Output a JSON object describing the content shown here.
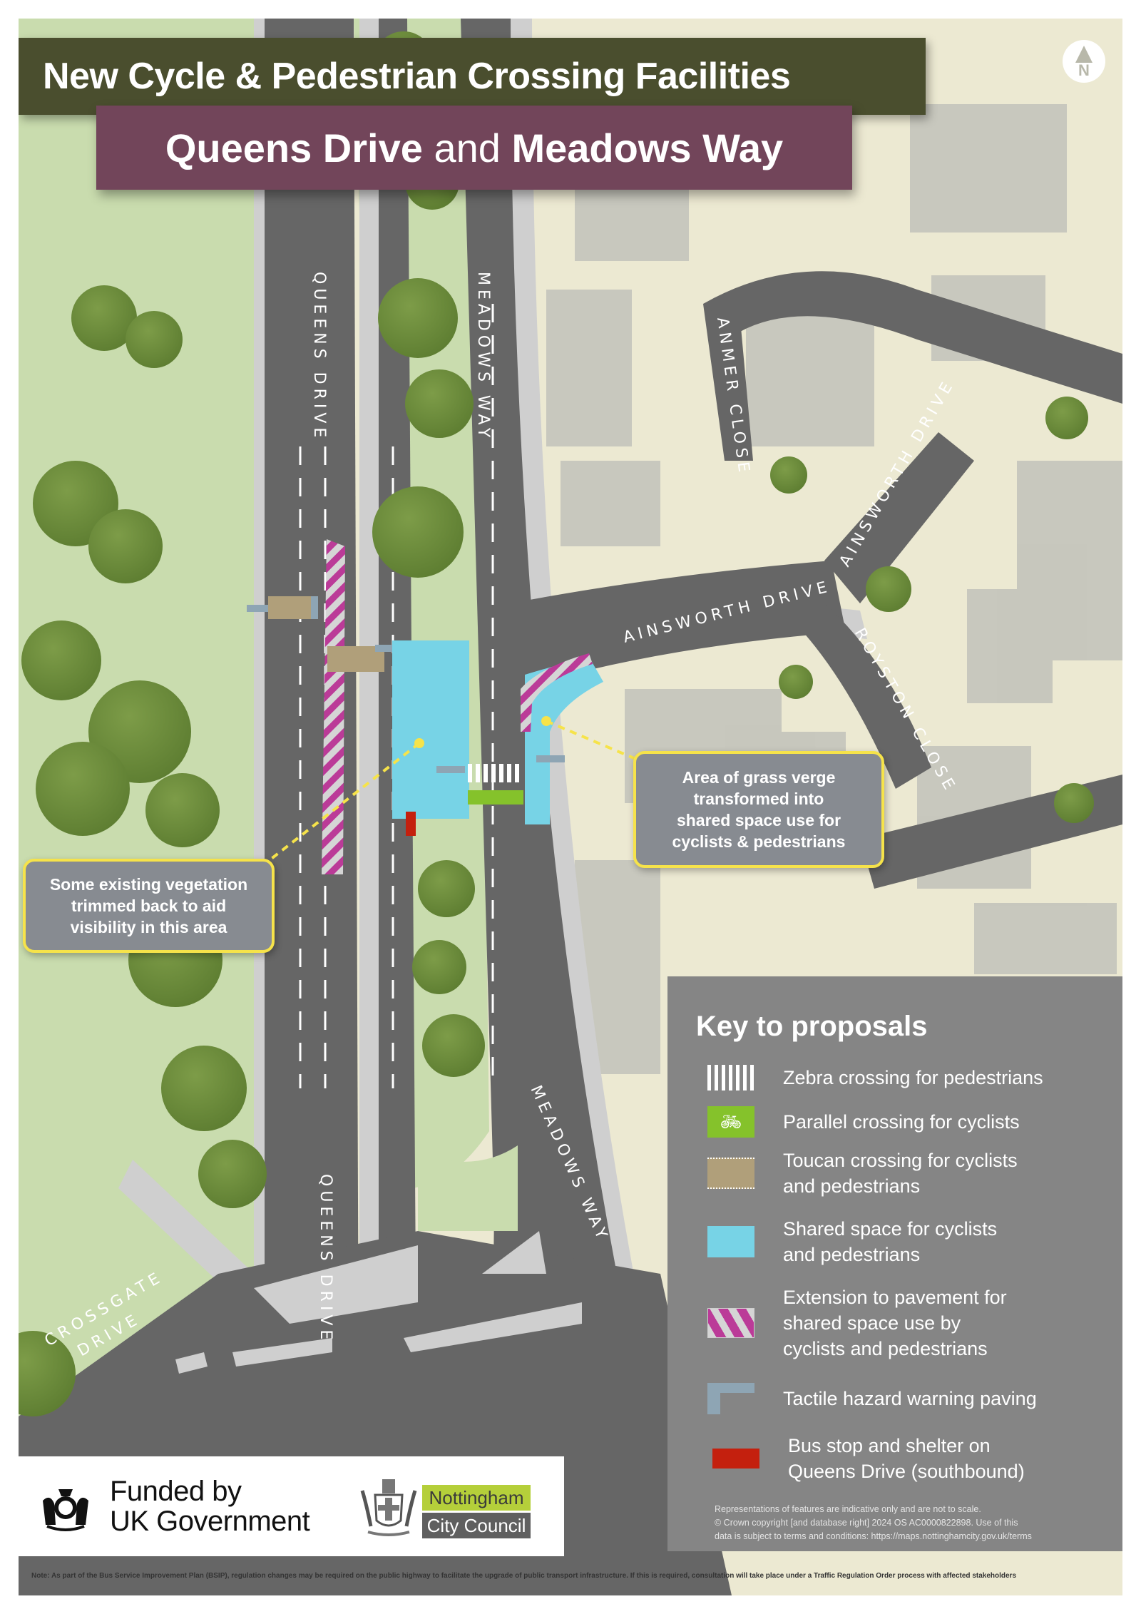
{
  "header": {
    "title": "New Cycle & Pedestrian Crossing Facilities",
    "subtitle_part1": "Queens Drive",
    "subtitle_part2": " and ",
    "subtitle_part3": "Meadows Way"
  },
  "north_arrow": {
    "icon": "north-arrow-icon",
    "letter": "N"
  },
  "streets": {
    "queens_drive_north": "QUEENS DRIVE",
    "meadows_way_north": "MEADOWS WAY",
    "anmer_close": "ANMER CLOSE",
    "ainsworth_drive_west": "AINSWORTH DRIVE",
    "ainsworth_drive_north": "AINSWORTH DRIVE",
    "royston_close": "ROYSTON CLOSE",
    "queens_drive_south": "QUEENS DRIVE",
    "meadows_way_south": "MEADOWS WAY",
    "crossgate_drive_1": "CROSSGATE",
    "crossgate_drive_2": "DRIVE"
  },
  "callouts": {
    "vegetation": "Some existing vegetation\ntrimmed back to aid\nvisibility in this area",
    "grass_verge": "Area of grass verge\ntransformed into\nshared space use for\ncyclists & pedestrians"
  },
  "legend": {
    "title": "Key to proposals",
    "items": [
      {
        "icon": "zebra-crossing-swatch",
        "label": "Zebra crossing for pedestrians",
        "color": "#ffffff"
      },
      {
        "icon": "parallel-crossing-swatch",
        "label": "Parallel crossing for cyclists",
        "color": "#85c22b"
      },
      {
        "icon": "toucan-crossing-swatch",
        "label": "Toucan crossing for cyclists\nand pedestrians",
        "color": "#b09f7a"
      },
      {
        "icon": "shared-space-swatch",
        "label": "Shared space for cyclists\nand pedestrians",
        "color": "#77d3e6"
      },
      {
        "icon": "pavement-extension-swatch",
        "label": "Extension to pavement for\nshared space use by\ncyclists and pedestrians",
        "color": "#bb3b98"
      },
      {
        "icon": "tactile-paving-swatch",
        "label": "Tactile hazard warning paving",
        "color": "#8ea5b4"
      },
      {
        "icon": "bus-stop-swatch",
        "label": "Bus stop and shelter on\nQueens Drive (southbound)",
        "color": "#c4200e"
      }
    ],
    "disclaimer": "Representations of features are indicative only and are not to scale.\n© Crown copyright [and database right] 2024 OS AC0000822898. Use of this\ndata is subject to terms and conditions: https://maps.nottinghamcity.gov.uk/terms"
  },
  "logos": {
    "funded_by": "Funded by\nUK Government",
    "council_line1": "Nottingham",
    "council_line2": "City Council"
  },
  "footnote": "Note: As part of the Bus Service Improvement Plan (BSIP), regulation changes may be required on the public highway to facilitate the upgrade of public transport infrastructure. If this is required, consultation will take place under a Traffic Regulation Order process with affected stakeholders",
  "colors": {
    "title_bg": "#4a4e2e",
    "subtitle_bg": "#72455a",
    "legend_bg": "#858585",
    "callout_border": "#f6e34a",
    "road": "#666666",
    "pavement": "#cfcfcf",
    "grass": "#c9dcae",
    "tree": "#6f8f3d",
    "building": "#c4c4bb",
    "land": "#ece9d2"
  }
}
